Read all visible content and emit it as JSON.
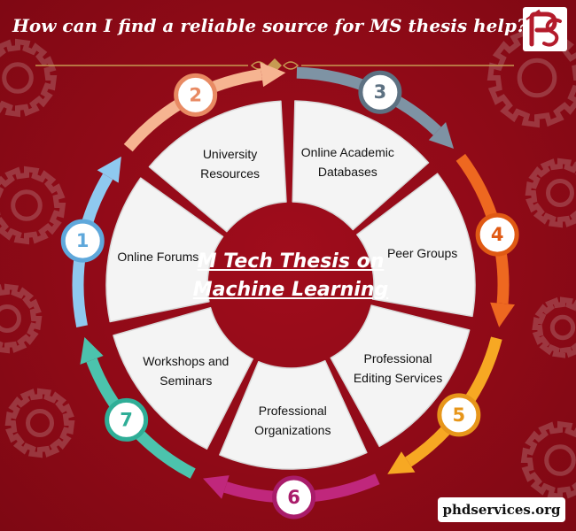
{
  "header": {
    "title": "How can I find a reliable source for MS thesis help?",
    "logo_icon": "ps-logo-icon"
  },
  "center": {
    "title": "M Tech Thesis on Machine Learning"
  },
  "segments": [
    {
      "number": "1",
      "label": "Online Forums",
      "color": "#8fc9ef",
      "ring_color": "#5fa8db"
    },
    {
      "number": "2",
      "label": "University Resources",
      "color": "#f6b491",
      "ring_color": "#e88a63"
    },
    {
      "number": "3",
      "label": "Online Academic Databases",
      "color": "#7e93a4",
      "ring_color": "#5d7182"
    },
    {
      "number": "4",
      "label": "Peer Groups",
      "color": "#ee6820",
      "ring_color": "#e05a14"
    },
    {
      "number": "5",
      "label": "Professional Editing Services",
      "color": "#f7a823",
      "ring_color": "#e7961a"
    },
    {
      "number": "6",
      "label": "Professional Organizations",
      "color": "#c0277c",
      "ring_color": "#a91c6a"
    },
    {
      "number": "7",
      "label": "Workshops and Seminars",
      "color": "#4cc3ad",
      "ring_color": "#2fae97"
    }
  ],
  "footer": {
    "website": "phdservices.org"
  },
  "colors": {
    "background": "#930b19",
    "panel": "#f4f4f4",
    "accent_gold": "#c79a52"
  }
}
